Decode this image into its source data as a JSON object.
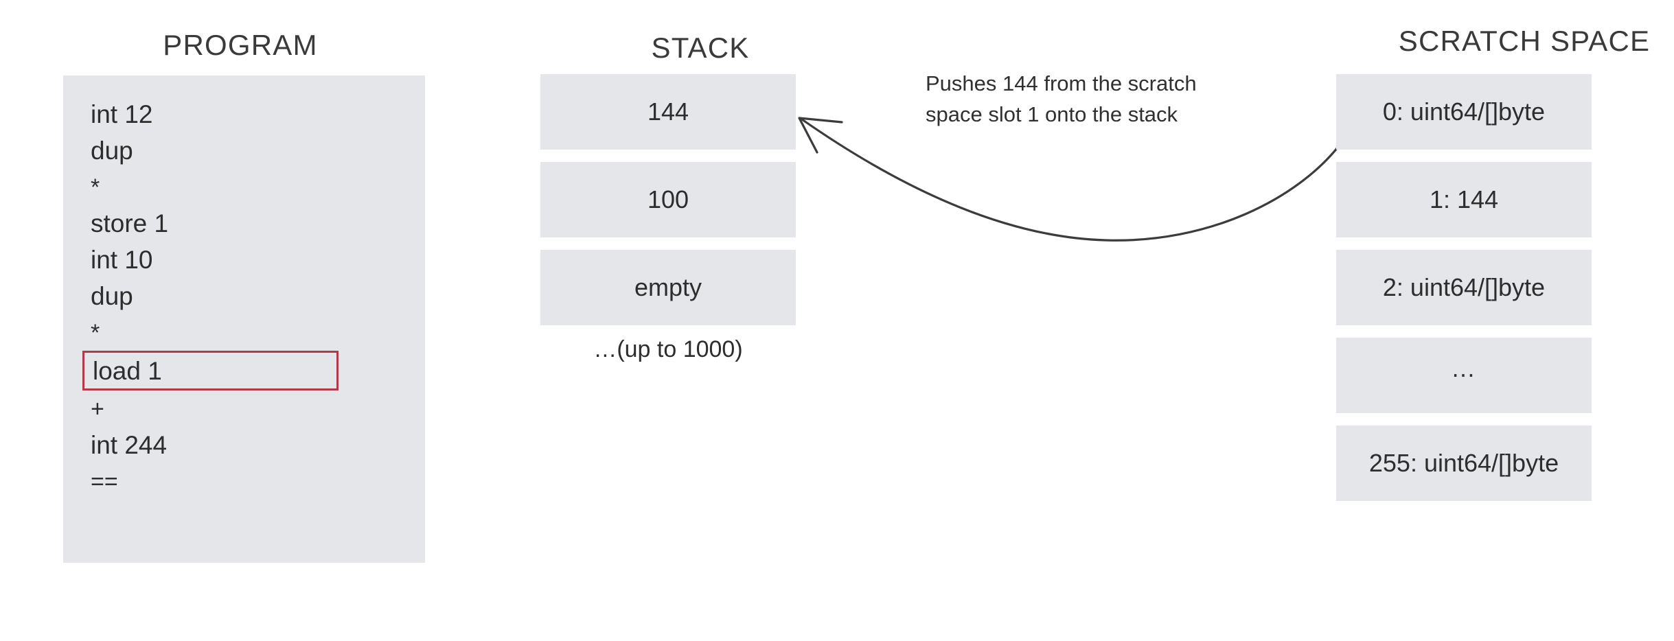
{
  "columns": {
    "program": {
      "heading": "PROGRAM",
      "lines": [
        {
          "text": "int 12",
          "highlighted": false,
          "symbol": false
        },
        {
          "text": "dup",
          "highlighted": false,
          "symbol": false
        },
        {
          "text": "*",
          "highlighted": false,
          "symbol": true
        },
        {
          "text": "store 1",
          "highlighted": false,
          "symbol": false
        },
        {
          "text": "int 10",
          "highlighted": false,
          "symbol": false
        },
        {
          "text": "dup",
          "highlighted": false,
          "symbol": false
        },
        {
          "text": "*",
          "highlighted": false,
          "symbol": true
        },
        {
          "text": "load 1",
          "highlighted": true,
          "symbol": false
        },
        {
          "text": "+",
          "highlighted": false,
          "symbol": true
        },
        {
          "text": "int 244",
          "highlighted": false,
          "symbol": false
        },
        {
          "text": "==",
          "highlighted": false,
          "symbol": true
        }
      ]
    },
    "stack": {
      "heading": "STACK",
      "slots": [
        {
          "label": "144"
        },
        {
          "label": "100"
        },
        {
          "label": "empty"
        }
      ],
      "note": "…(up to 1000)"
    },
    "scratch_space": {
      "heading": "SCRATCH SPACE",
      "slots": [
        {
          "label": "0: uint64/[]byte"
        },
        {
          "label": "1: 144"
        },
        {
          "label": "2: uint64/[]byte"
        },
        {
          "label": "…"
        },
        {
          "label": "255: uint64/[]byte"
        }
      ]
    }
  },
  "annotation": {
    "line1": "Pushes 144 from the scratch",
    "line2": "space slot 1 onto the stack"
  },
  "colors": {
    "slot_fill": "#e4e6e9",
    "highlight_border": "#b03a49",
    "text": "#2d2d2d",
    "arrow": "#3c3c3c",
    "background": "#ffffff"
  },
  "icons": {
    "arrow": "curved-arrow-icon"
  }
}
